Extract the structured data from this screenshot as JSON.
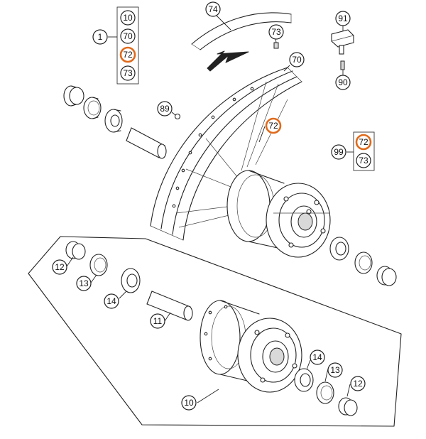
{
  "callouts": {
    "set_1": {
      "label": "1",
      "items": [
        "10",
        "70",
        "72",
        "73"
      ]
    },
    "set_99": {
      "label": "99",
      "items": [
        "72",
        "73"
      ]
    },
    "c74": "74",
    "c73_nipple": "73",
    "c70_rim": "70",
    "c91": "91",
    "c90": "90",
    "c89": "89",
    "c72_spoke": "72",
    "c12_left": "12",
    "c13_left": "13",
    "c14_left": "14",
    "c11": "11",
    "c14_right": "14",
    "c13_right": "13",
    "c12_right": "12",
    "c10_hub": "10"
  },
  "colors": {
    "highlight": "#e06a1b",
    "line": "#222222"
  }
}
